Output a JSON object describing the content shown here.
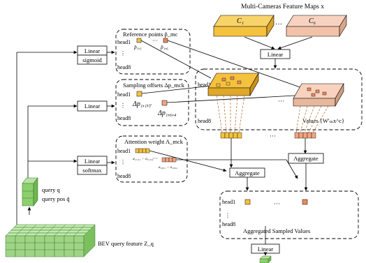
{
  "camera_maps": {
    "title": "Multi-Cameras Feature Maps x",
    "first_label": "C₁",
    "last_label": "C₆",
    "ellipsis": "···",
    "first_color": "#f5c23e",
    "last_color": "#f2c2a8"
  },
  "linear_camera": {
    "label": "Linear"
  },
  "reference_branch": {
    "linear_label": "Linear",
    "act_label": "sigmoid",
    "title": "Reference points p̂_mc",
    "head1": "head1",
    "dots": "⋮",
    "head8": "head8",
    "p11": "p̂₁,₁",
    "p16": "p̂₁,₆",
    "ellipsis": "···",
    "point_color_1": "#f5c23e",
    "point_color_2": "#f08a5a"
  },
  "offset_branch": {
    "linear_label": "Linear",
    "title": "Sampling offsets Δp_mck",
    "head1": "head1",
    "dots": "⋮",
    "head8": "head8",
    "p111": "Δp₁,₁,₁",
    "p164": "Δp₁,₆,₄",
    "ellipsis": "···"
  },
  "weight_branch": {
    "linear_label": "Linear",
    "act_label": "softmax",
    "title": "Attention weight A_mck",
    "head1": "head1",
    "dots": "⋮",
    "head8": "head8",
    "a_first": "a₁,₁,₁ ··· a₁,₁,₄",
    "a_last": "a₁,₆,₁ ··· a₁,₆,₄",
    "ellipsis": "···"
  },
  "values_panel": {
    "head1": "head1",
    "head8": "head8",
    "ellipsis": "···",
    "label": "Values {W′ₘx^c}"
  },
  "aggregate": {
    "label_1": "Aggregate",
    "label_2": "Aggregate",
    "ellipsis": "···"
  },
  "aggregated": {
    "head1": "head1",
    "dots": "⋮",
    "head8": "head8",
    "ellipsis": "···",
    "label": "Aggregated Sampled Values"
  },
  "linear_out": {
    "label": "Linear"
  },
  "query": {
    "query_label": "query q",
    "pos_label": "query pos q̃"
  },
  "bev": {
    "label": "BEV query feature Z_q",
    "color": "#9fd486"
  }
}
